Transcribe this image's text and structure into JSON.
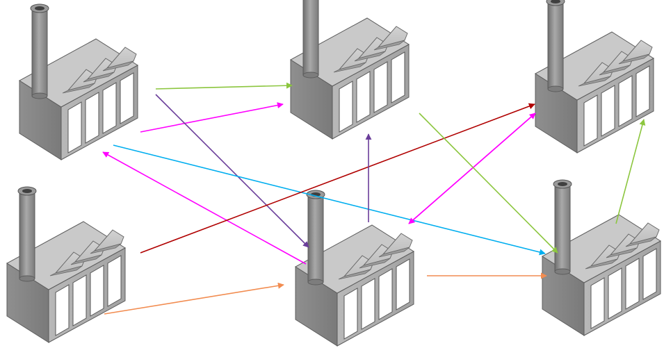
{
  "diagram": {
    "node_icon": "factory-icon",
    "nodes": [
      {
        "id": "f1",
        "icon": "factory-icon"
      },
      {
        "id": "f2",
        "icon": "factory-icon"
      },
      {
        "id": "f3",
        "icon": "factory-icon"
      },
      {
        "id": "f4",
        "icon": "factory-icon"
      },
      {
        "id": "f5",
        "icon": "factory-icon"
      },
      {
        "id": "f6",
        "icon": "factory-icon"
      }
    ],
    "edges": [
      {
        "from": "f1",
        "to": "f2",
        "color": "#8cc63f"
      },
      {
        "from": "f1",
        "to": "f2",
        "color": "#ff00ff"
      },
      {
        "from": "f1",
        "to": "f5",
        "color": "#6a3d9a"
      },
      {
        "from": "f1",
        "to": "f6",
        "color": "#00aeef"
      },
      {
        "from": "f5",
        "to": "f1",
        "color": "#ff00ff"
      },
      {
        "from": "f4",
        "to": "f3",
        "color": "#b00000"
      },
      {
        "from": "f4",
        "to": "f5",
        "color": "#f28c50"
      },
      {
        "from": "f5",
        "to": "f2",
        "color": "#6a3d9a"
      },
      {
        "from": "f3",
        "to": "f5",
        "color": "#ff00ff"
      },
      {
        "from": "f5",
        "to": "f3",
        "color": "#ff00ff"
      },
      {
        "from": "f2",
        "to": "f6",
        "color": "#8cc63f"
      },
      {
        "from": "f5",
        "to": "f6",
        "color": "#f28c50"
      },
      {
        "from": "f6",
        "to": "f3",
        "color": "#8cc63f"
      }
    ]
  }
}
